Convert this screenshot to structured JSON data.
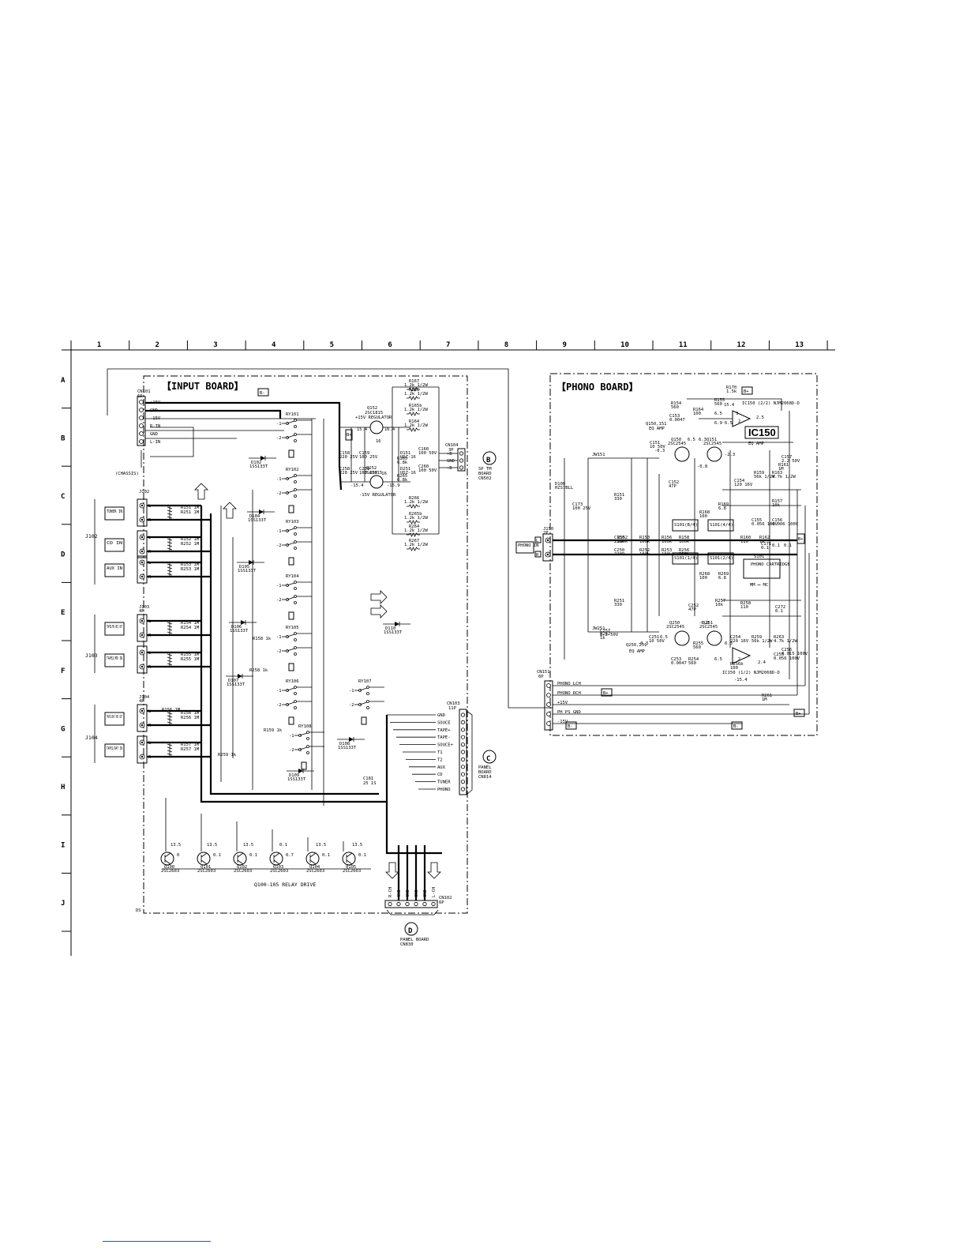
{
  "grid": {
    "columns": [
      "1",
      "2",
      "3",
      "4",
      "5",
      "6",
      "7",
      "8",
      "9",
      "10",
      "11",
      "12",
      "13"
    ],
    "rows": [
      "A",
      "B",
      "C",
      "D",
      "E",
      "F",
      "G",
      "H",
      "I",
      "J"
    ]
  },
  "input_board": {
    "title": "【INPUT BOARD】",
    "cn101": {
      "ref": "CN101",
      "pins": "6P",
      "pin_labels": [
        "+15V",
        "GND",
        "-15V",
        "R-IN",
        "GND",
        "L-IN"
      ]
    },
    "chassis": "(CHASSIS)",
    "jacks": [
      {
        "ref": "J102",
        "label": "TUNER IN"
      },
      {
        "ref": "",
        "label": "CD IN"
      },
      {
        "ref": "",
        "label": "AUX IN"
      },
      {
        "ref": "J103",
        "pins": "4P",
        "label": "TAPE2/MD REC OUT"
      },
      {
        "ref": "",
        "label": "TAPE2/MD IN"
      },
      {
        "ref": "J104",
        "pins": "4P",
        "label": "TAPE1/DAT REC OUT"
      },
      {
        "ref": "",
        "label": "TAPE1/DAT IN"
      }
    ],
    "jack_group_refs": [
      "J102",
      "J103",
      "J104"
    ],
    "lr": [
      "L",
      "R"
    ],
    "relays": [
      "RY101",
      "RY102",
      "RY103",
      "RY104",
      "RY105",
      "RY106",
      "RY107",
      "RY108"
    ],
    "relay_contacts": [
      "-1",
      "-2"
    ],
    "diodes": [
      {
        "ref": "D102",
        "part": "1SS133T"
      },
      {
        "ref": "D104",
        "part": "1SS133T"
      },
      {
        "ref": "D105",
        "part": "1SS133T"
      },
      {
        "ref": "D106",
        "part": "1SS133T"
      },
      {
        "ref": "D107",
        "part": "1SS133T"
      },
      {
        "ref": "D108",
        "part": "1SS133T"
      },
      {
        "ref": "D109",
        "part": "1SS133T"
      },
      {
        "ref": "D110",
        "part": "1SS133T"
      }
    ],
    "resistors": [
      {
        "ref": "R151",
        "val": "1M"
      },
      {
        "ref": "R251",
        "val": "1M"
      },
      {
        "ref": "R152",
        "val": "1M"
      },
      {
        "ref": "R252",
        "val": "1M"
      },
      {
        "ref": "R153",
        "val": "1M"
      },
      {
        "ref": "R253",
        "val": "1M"
      },
      {
        "ref": "R154",
        "val": "1M"
      },
      {
        "ref": "R254",
        "val": "1M"
      },
      {
        "ref": "R155",
        "val": "1M"
      },
      {
        "ref": "R255",
        "val": "1M"
      },
      {
        "ref": "R156",
        "val": "1M"
      },
      {
        "ref": "R256",
        "val": "1M"
      },
      {
        "ref": "R157",
        "val": "1M"
      },
      {
        "ref": "R257",
        "val": "1M"
      },
      {
        "ref": "R158",
        "val": "1k"
      },
      {
        "ref": "R258",
        "val": "1k"
      },
      {
        "ref": "R159",
        "val": "1k"
      },
      {
        "ref": "R259",
        "val": "1k"
      }
    ],
    "regulators": [
      {
        "ref": "Q152",
        "part": "2SC1815",
        "desc": "+15V REGULATOR",
        "v_in": "15.4",
        "v_out": "16.4",
        "v_b": "16"
      },
      {
        "ref": "Q252",
        "part": "2SA1015",
        "desc": "-15V REGULATOR",
        "v_in": "-15.4",
        "v_out": "-15.9",
        "v_b": "-16"
      }
    ],
    "reg_parts": [
      {
        "ref": "C158",
        "val": "220 25V"
      },
      {
        "ref": "C159",
        "val": "100 25V"
      },
      {
        "ref": "C258",
        "val": "220 25V"
      },
      {
        "ref": "C259",
        "val": "100 25V"
      },
      {
        "ref": "C160",
        "val": "100 50V"
      },
      {
        "ref": "C260",
        "val": "100 50V"
      },
      {
        "ref": "D151",
        "val": "UDZ-16"
      },
      {
        "ref": "D251",
        "val": "UDZ-16"
      },
      {
        "ref": "R165",
        "val": "6.8k"
      },
      {
        "ref": "R265",
        "val": "6.8k"
      },
      {
        "ref": "R167",
        "val": "1.2k 1/2W"
      },
      {
        "ref": "R166",
        "val": "1.2k 1/2W"
      },
      {
        "ref": "R165b",
        "val": "1.2k 1/2W"
      },
      {
        "ref": "R164",
        "val": "1.2k 1/2W"
      },
      {
        "ref": "R266",
        "val": "1.2k 1/2W"
      },
      {
        "ref": "R265b",
        "val": "1.2k 1/2W"
      },
      {
        "ref": "R264",
        "val": "1.2k 1/2W"
      },
      {
        "ref": "R267",
        "val": "1.2k 1/2W"
      }
    ],
    "cn104": {
      "ref": "CN104",
      "pins": "3P",
      "pin_labels": [
        "+B",
        "GND",
        "-B"
      ]
    },
    "cn103": {
      "ref": "CN103",
      "pins": "11P",
      "pin_labels": [
        "GND",
        "SOUCE",
        "TAPE+",
        "TAPE-",
        "SOUCE+",
        "T1",
        "T2",
        "AUX",
        "CD",
        "TUNER",
        "PHONO"
      ]
    },
    "cn102": {
      "ref": "CN102",
      "pins": "6P",
      "pin_labels": [
        "R-CH",
        "GND",
        "GND",
        "GND",
        "GND",
        "L-CH"
      ]
    },
    "c181": {
      "ref": "C181",
      "val": "25 1S"
    },
    "relay_drive": {
      "label": "Q100-105 RELAY DRIVE",
      "transistors": [
        {
          "ref": "Q100",
          "part": "2SC2603",
          "vc": "13.5",
          "vb": "0"
        },
        {
          "ref": "Q101",
          "part": "2SC2603",
          "vc": "13.5",
          "vb": "0.1"
        },
        {
          "ref": "Q102",
          "part": "2SC2603",
          "vc": "13.5",
          "vb": "0.1"
        },
        {
          "ref": "Q103",
          "part": "2SC2603",
          "vc": "0.1",
          "vb": "0.7"
        },
        {
          "ref": "Q104",
          "part": "2SC2603",
          "vc": "13.5",
          "vb": "0.1"
        },
        {
          "ref": "Q105",
          "part": "2SC2603",
          "vc": "13.5",
          "vb": "0.1"
        }
      ]
    },
    "gnd_label": "DS",
    "power_markers": {
      "pos": "B+",
      "neg": "B-"
    }
  },
  "connectors": {
    "B": {
      "letter": "B",
      "lines": [
        "SP TM",
        "BOARD",
        "CN502"
      ]
    },
    "C": {
      "letter": "C",
      "lines": [
        "PANEL",
        "BOARD",
        "CN814"
      ]
    },
    "D": {
      "letter": "D",
      "lines": [
        "PANEL BOARD",
        "CN830"
      ]
    }
  },
  "phono_board": {
    "title": "【PHONO BOARD】",
    "ic150_label": "IC150",
    "ic150_desc": "IC150 (2/2) NJM2068D-D",
    "ic150b_desc": "IC150 (1/2) NJM2068D-D",
    "eq_amp": "EQ AMP",
    "q150_151": {
      "ref": "Q150,151",
      "desc": "EQ AMP"
    },
    "q250_251": {
      "ref": "Q250,251",
      "desc": "EQ AMP"
    },
    "transistors": [
      {
        "ref": "Q150",
        "part": "2SC2545"
      },
      {
        "ref": "Q151",
        "part": "2SC2545"
      },
      {
        "ref": "Q250",
        "part": "2SC2545"
      },
      {
        "ref": "Q251",
        "part": "2SC2545"
      }
    ],
    "j150": {
      "ref": "J150",
      "pins": "2P",
      "label": "PHONO IN"
    },
    "lr": [
      "L",
      "R"
    ],
    "switch": {
      "ref": "S101",
      "label": "PHONO CARTRIDGE",
      "mode": "MM ⟷ MC"
    },
    "switch_sections": [
      "S101(B/4)",
      "S101(4/4)",
      "S101(1/4)",
      "S101(2/4)"
    ],
    "jumpers": [
      "JW151",
      "JW251"
    ],
    "cn151": {
      "ref": "CN151",
      "pins": "6P",
      "pin_labels": [
        "PHONO LCH",
        "PHONO RCH",
        "+15V",
        "PH PS GND",
        "-15V"
      ]
    },
    "voltages": [
      "15.4",
      "6.5",
      "3",
      "6.9",
      "6.5",
      "2",
      "2.5",
      "-0.3",
      "6.5",
      "6.3",
      "-2.3",
      "-0.8",
      "-0.3",
      "6.5",
      "-0.8",
      "6.3",
      "6.5",
      "2",
      "2.4",
      "-15.4",
      "0.1",
      "0.1"
    ],
    "parts": [
      {
        "ref": "R170",
        "val": "1.5k"
      },
      {
        "ref": "R154",
        "val": "560"
      },
      {
        "ref": "R155",
        "val": "560"
      },
      {
        "ref": "R164",
        "val": "100"
      },
      {
        "ref": "C153",
        "val": "0.0047"
      },
      {
        "ref": "C151",
        "val": "10 50V"
      },
      {
        "ref": "C152",
        "val": "47P"
      },
      {
        "ref": "R151",
        "val": "330"
      },
      {
        "ref": "R152",
        "val": "100k"
      },
      {
        "ref": "R153",
        "val": "100k"
      },
      {
        "ref": "R156",
        "val": "100k"
      },
      {
        "ref": "R158",
        "val": "100k"
      },
      {
        "ref": "C150",
        "val": "220P"
      },
      {
        "ref": "C250",
        "val": "220P"
      },
      {
        "ref": "R168",
        "val": "100"
      },
      {
        "ref": "R169",
        "val": "6.8"
      },
      {
        "ref": "C154",
        "val": "120 16V"
      },
      {
        "ref": "R159",
        "val": "56k 1/2W"
      },
      {
        "ref": "R163",
        "val": "4.7k 1/2W"
      },
      {
        "ref": "R157",
        "val": "10k"
      },
      {
        "ref": "C155",
        "val": "0.056 100V"
      },
      {
        "ref": "C156",
        "val": "0.006 100V"
      },
      {
        "ref": "R161",
        "val": "1M"
      },
      {
        "ref": "C157",
        "val": "2.2 50V"
      },
      {
        "ref": "R160",
        "val": "110"
      },
      {
        "ref": "R162",
        "val": "1k"
      },
      {
        "ref": "C171",
        "val": "0.1"
      },
      {
        "ref": "D100",
        "val": "HZS7BLL"
      },
      {
        "ref": "C173",
        "val": "100 25V"
      },
      {
        "ref": "R251",
        "val": "330"
      },
      {
        "ref": "R252",
        "val": "100k"
      },
      {
        "ref": "R253",
        "val": "100k"
      },
      {
        "ref": "R256",
        "val": "100k"
      },
      {
        "ref": "R268",
        "val": "100"
      },
      {
        "ref": "R269",
        "val": "6.8"
      },
      {
        "ref": "R258",
        "val": "110"
      },
      {
        "ref": "C272",
        "val": "0.1"
      },
      {
        "ref": "C251",
        "val": "10 50V"
      },
      {
        "ref": "C252",
        "val": "47P"
      },
      {
        "ref": "R257",
        "val": "10k"
      },
      {
        "ref": "C253",
        "val": "0.0047"
      },
      {
        "ref": "R254",
        "val": "560"
      },
      {
        "ref": "R255",
        "val": "560"
      },
      {
        "ref": "R256b",
        "val": "100"
      },
      {
        "ref": "C254",
        "val": "220 16V"
      },
      {
        "ref": "R259",
        "val": "56k 1/2W"
      },
      {
        "ref": "R263",
        "val": "4.7k 1/2W"
      },
      {
        "ref": "C255",
        "val": "0.056 100V"
      },
      {
        "ref": "C256",
        "val": "0.015 100V"
      },
      {
        "ref": "R261",
        "val": "1M"
      },
      {
        "ref": "C257",
        "val": "2.2 50V"
      },
      {
        "ref": "R262",
        "val": "1k"
      }
    ],
    "power_markers": {
      "pos": "B+",
      "neg": "B-"
    }
  }
}
